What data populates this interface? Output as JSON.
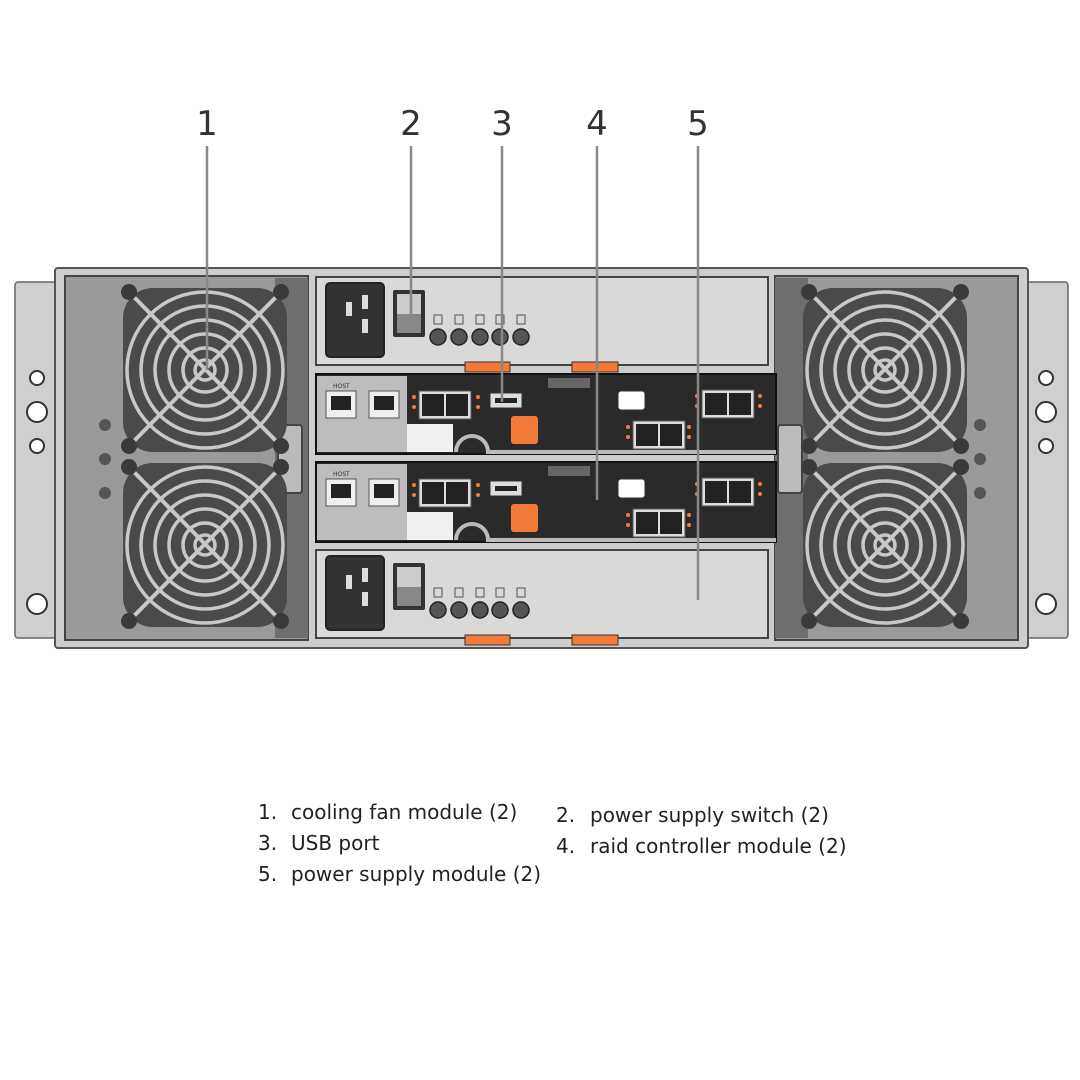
{
  "callouts": [
    {
      "number": "1"
    },
    {
      "number": "2"
    },
    {
      "number": "3"
    },
    {
      "number": "4"
    },
    {
      "number": "5"
    }
  ],
  "legend": [
    {
      "number": "1.",
      "text": "cooling fan module (2)"
    },
    {
      "number": "2.",
      "text": "power supply switch (2)"
    },
    {
      "number": "3.",
      "text": "USB port"
    },
    {
      "number": "4.",
      "text": "raid controller module (2)"
    },
    {
      "number": "5.",
      "text": "power supply module (2)"
    }
  ],
  "controller_labels": {
    "host": "HOST"
  },
  "colors": {
    "chassis": "#c9c9c9",
    "fan_module": "#9a9a9a",
    "fan_dark": "#4a4a4a",
    "psu": "#d9d9d9",
    "controller": "#2a2a2a",
    "accent_orange": "#f47a3a",
    "callout_line": "#888888"
  }
}
